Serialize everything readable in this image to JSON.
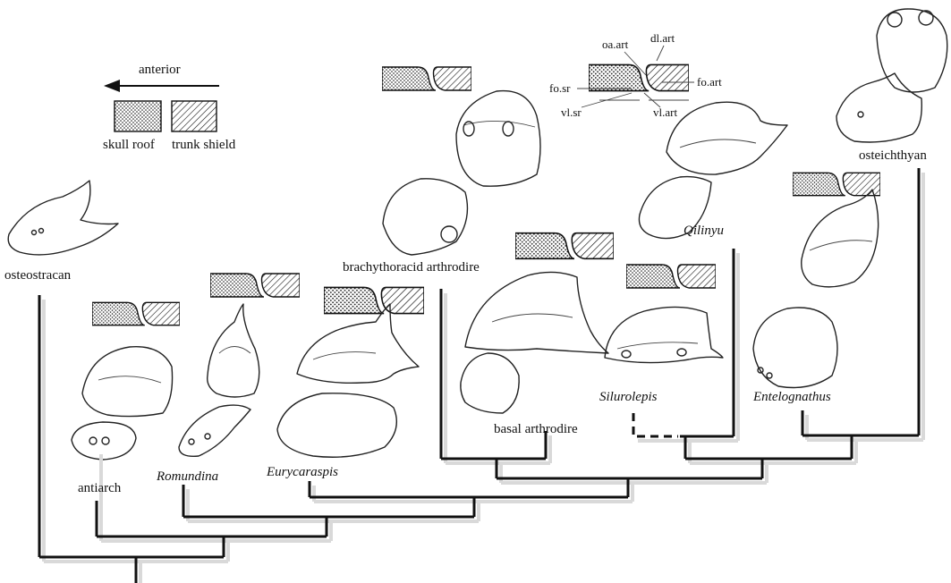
{
  "legend": {
    "direction_label": "anterior",
    "skull_roof_label": "skull roof",
    "trunk_shield_label": "trunk shield"
  },
  "joint_labels": {
    "oa_art": "oa.art",
    "dl_art": "dl.art",
    "fo_art": "fo.art",
    "fo_sr": "fo.sr",
    "vl_sr": "vl.sr",
    "vl_art": "vl.art"
  },
  "taxa": {
    "osteostracan": "osteostracan",
    "antiarch": "antiarch",
    "romundina": "Romundina",
    "eurycaraspis": "Eurycaraspis",
    "brachythoracid": "brachythoracid arthrodire",
    "basal_arthrodire": "basal arthrodire",
    "silurolepis": "Silurolepis",
    "qilinyu": "Qilinyu",
    "entelognathus": "Entelognathus",
    "osteichthyan": "osteichthyan"
  }
}
